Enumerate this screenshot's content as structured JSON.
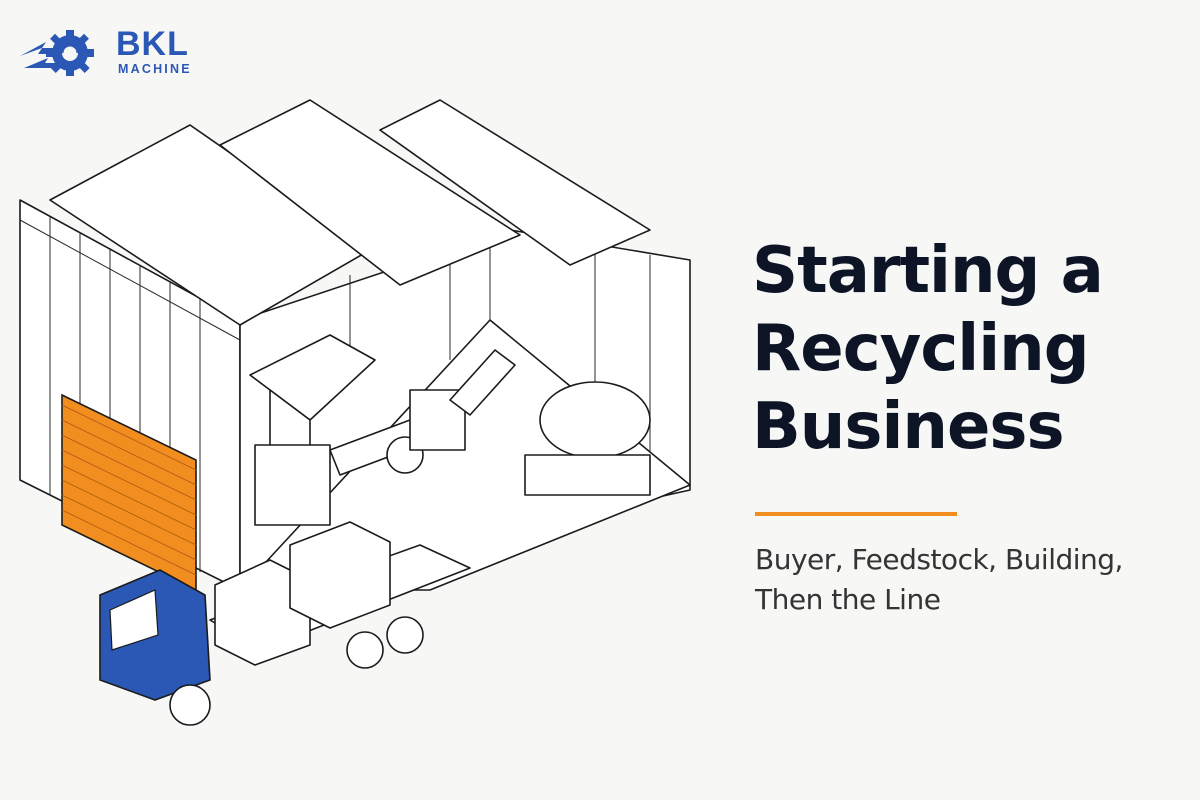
{
  "brand": {
    "name": "BKL",
    "tagline": "MACHINE",
    "color": "#2b58b5"
  },
  "headline": {
    "lines": [
      "Starting a",
      "Recycling",
      "Business"
    ]
  },
  "subheadline": {
    "lines": [
      "Buyer, Feedstock, Building,",
      "Then the Line"
    ]
  },
  "colors": {
    "accent": "#f28e1f",
    "door": "#f28e1f",
    "truck": "#2b58b5",
    "text": "#0c1426"
  },
  "icons": [
    "gear-logo-icon"
  ]
}
